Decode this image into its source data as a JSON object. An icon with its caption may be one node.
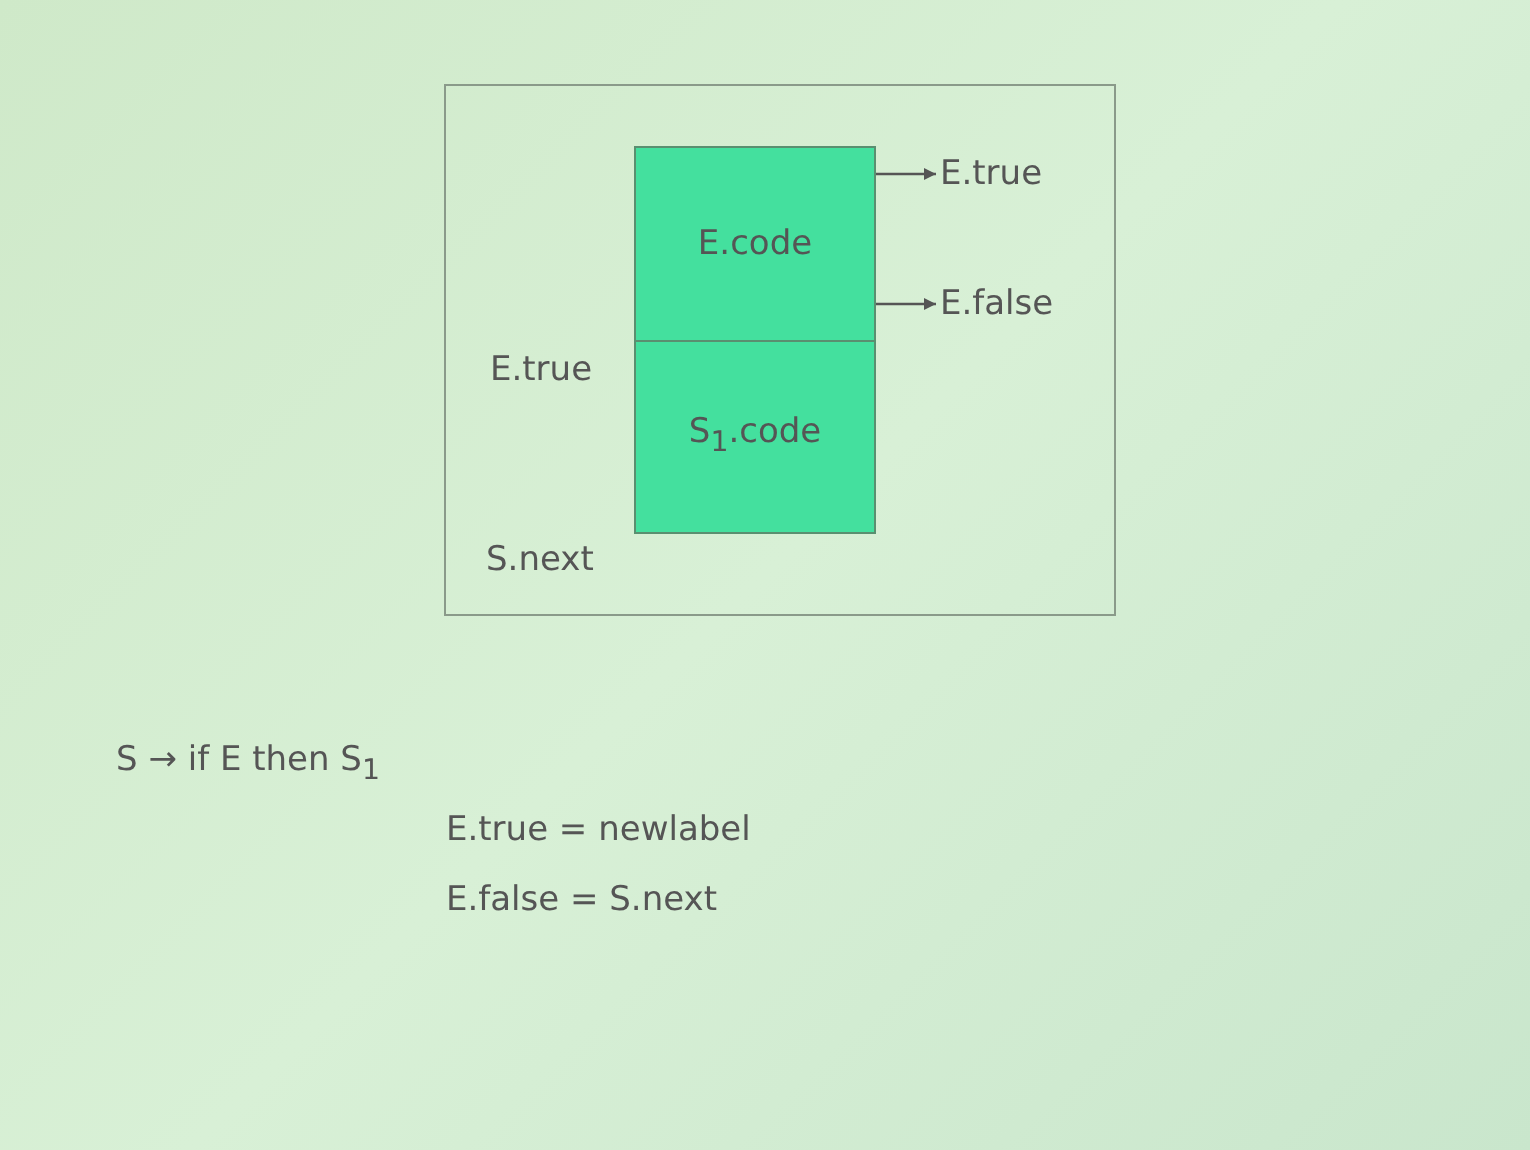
{
  "diagram": {
    "nodes": [
      {
        "text": [],
        "shape": "box"
      },
      {
        "text": [
          "E.code"
        ],
        "in": 0
      },
      {
        "text": [
          "S$_{1}$.code"
        ],
        "in": 0
      },
      {
        "text": [
          "E.true"
        ],
        "in": 0
      },
      {
        "text": [
          "E.false"
        ],
        "in": 0
      }
    ],
    "edges": [
      {
        "from": 1,
        "to": 3,
        "arrow": "to"
      },
      {
        "from": 1,
        "to": 4,
        "arrow": "to"
      }
    ],
    "labels": [
      "E.true",
      "S.next",
      "S → if E then S$_{1}$",
      "E.true = newlabel",
      "E.false = S.next"
    ]
  }
}
